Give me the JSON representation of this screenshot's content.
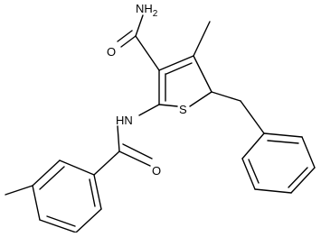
{
  "molecule": {
    "atom_labels": {
      "amide_nitrogen": "NH",
      "amide_nitrogen_subscript": "2",
      "carboxamide_oxygen": "O",
      "amine_nh": "HN",
      "benzamide_oxygen": "O",
      "thiophene_sulfur": "S"
    },
    "colors": {
      "bond": "#000000",
      "label": "#000000",
      "background": "#ffffff"
    }
  }
}
